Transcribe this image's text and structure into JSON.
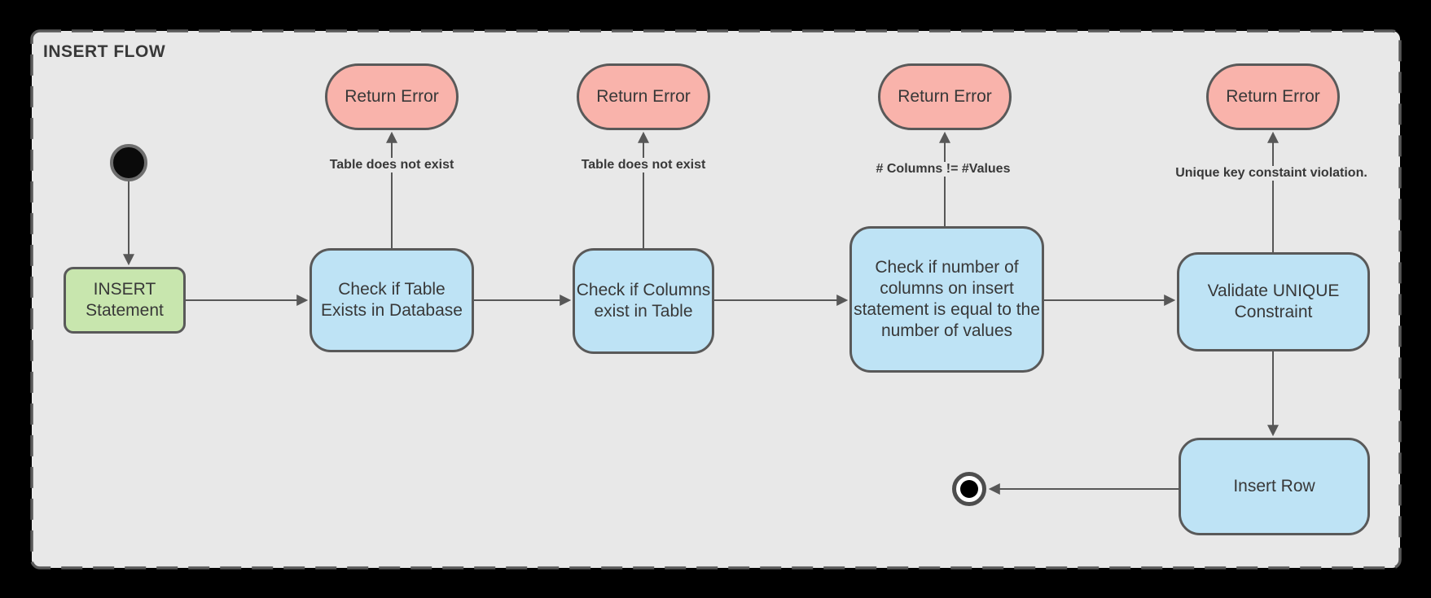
{
  "page": {
    "background": "#000000"
  },
  "diagram": {
    "title": "INSERT FLOW",
    "canvas_color": "#e8e8e8",
    "border_color": "#595959",
    "line_color": "#575757",
    "text_color": "#383838",
    "nodes": {
      "start": {
        "type": "initial-state"
      },
      "insert_statement": {
        "label": "INSERT\nStatement",
        "fill": "#c8e6ae"
      },
      "check_table": {
        "label": "Check if Table\nExists in Database",
        "fill": "#bee3f5"
      },
      "check_columns": {
        "label": "Check if Columns\nexist in Table",
        "fill": "#bee3f5"
      },
      "check_count": {
        "label": "Check if number of\ncolumns on insert\nstatement is equal to the\nnumber of values",
        "fill": "#bee3f5"
      },
      "validate_unique": {
        "label": "Validate UNIQUE\nConstraint",
        "fill": "#bee3f5"
      },
      "insert_row": {
        "label": "Insert Row",
        "fill": "#bee3f5"
      },
      "end": {
        "type": "final-state"
      }
    },
    "errors": [
      {
        "label": "Return Error",
        "edge_label": "Table does not exist",
        "fill": "#f9b3ab"
      },
      {
        "label": "Return Error",
        "edge_label": "Table does not exist",
        "fill": "#f9b3ab"
      },
      {
        "label": "Return Error",
        "edge_label": "# Columns != #Values",
        "fill": "#f9b3ab"
      },
      {
        "label": "Return Error",
        "edge_label": "Unique key constaint violation.",
        "fill": "#f9b3ab"
      }
    ]
  }
}
